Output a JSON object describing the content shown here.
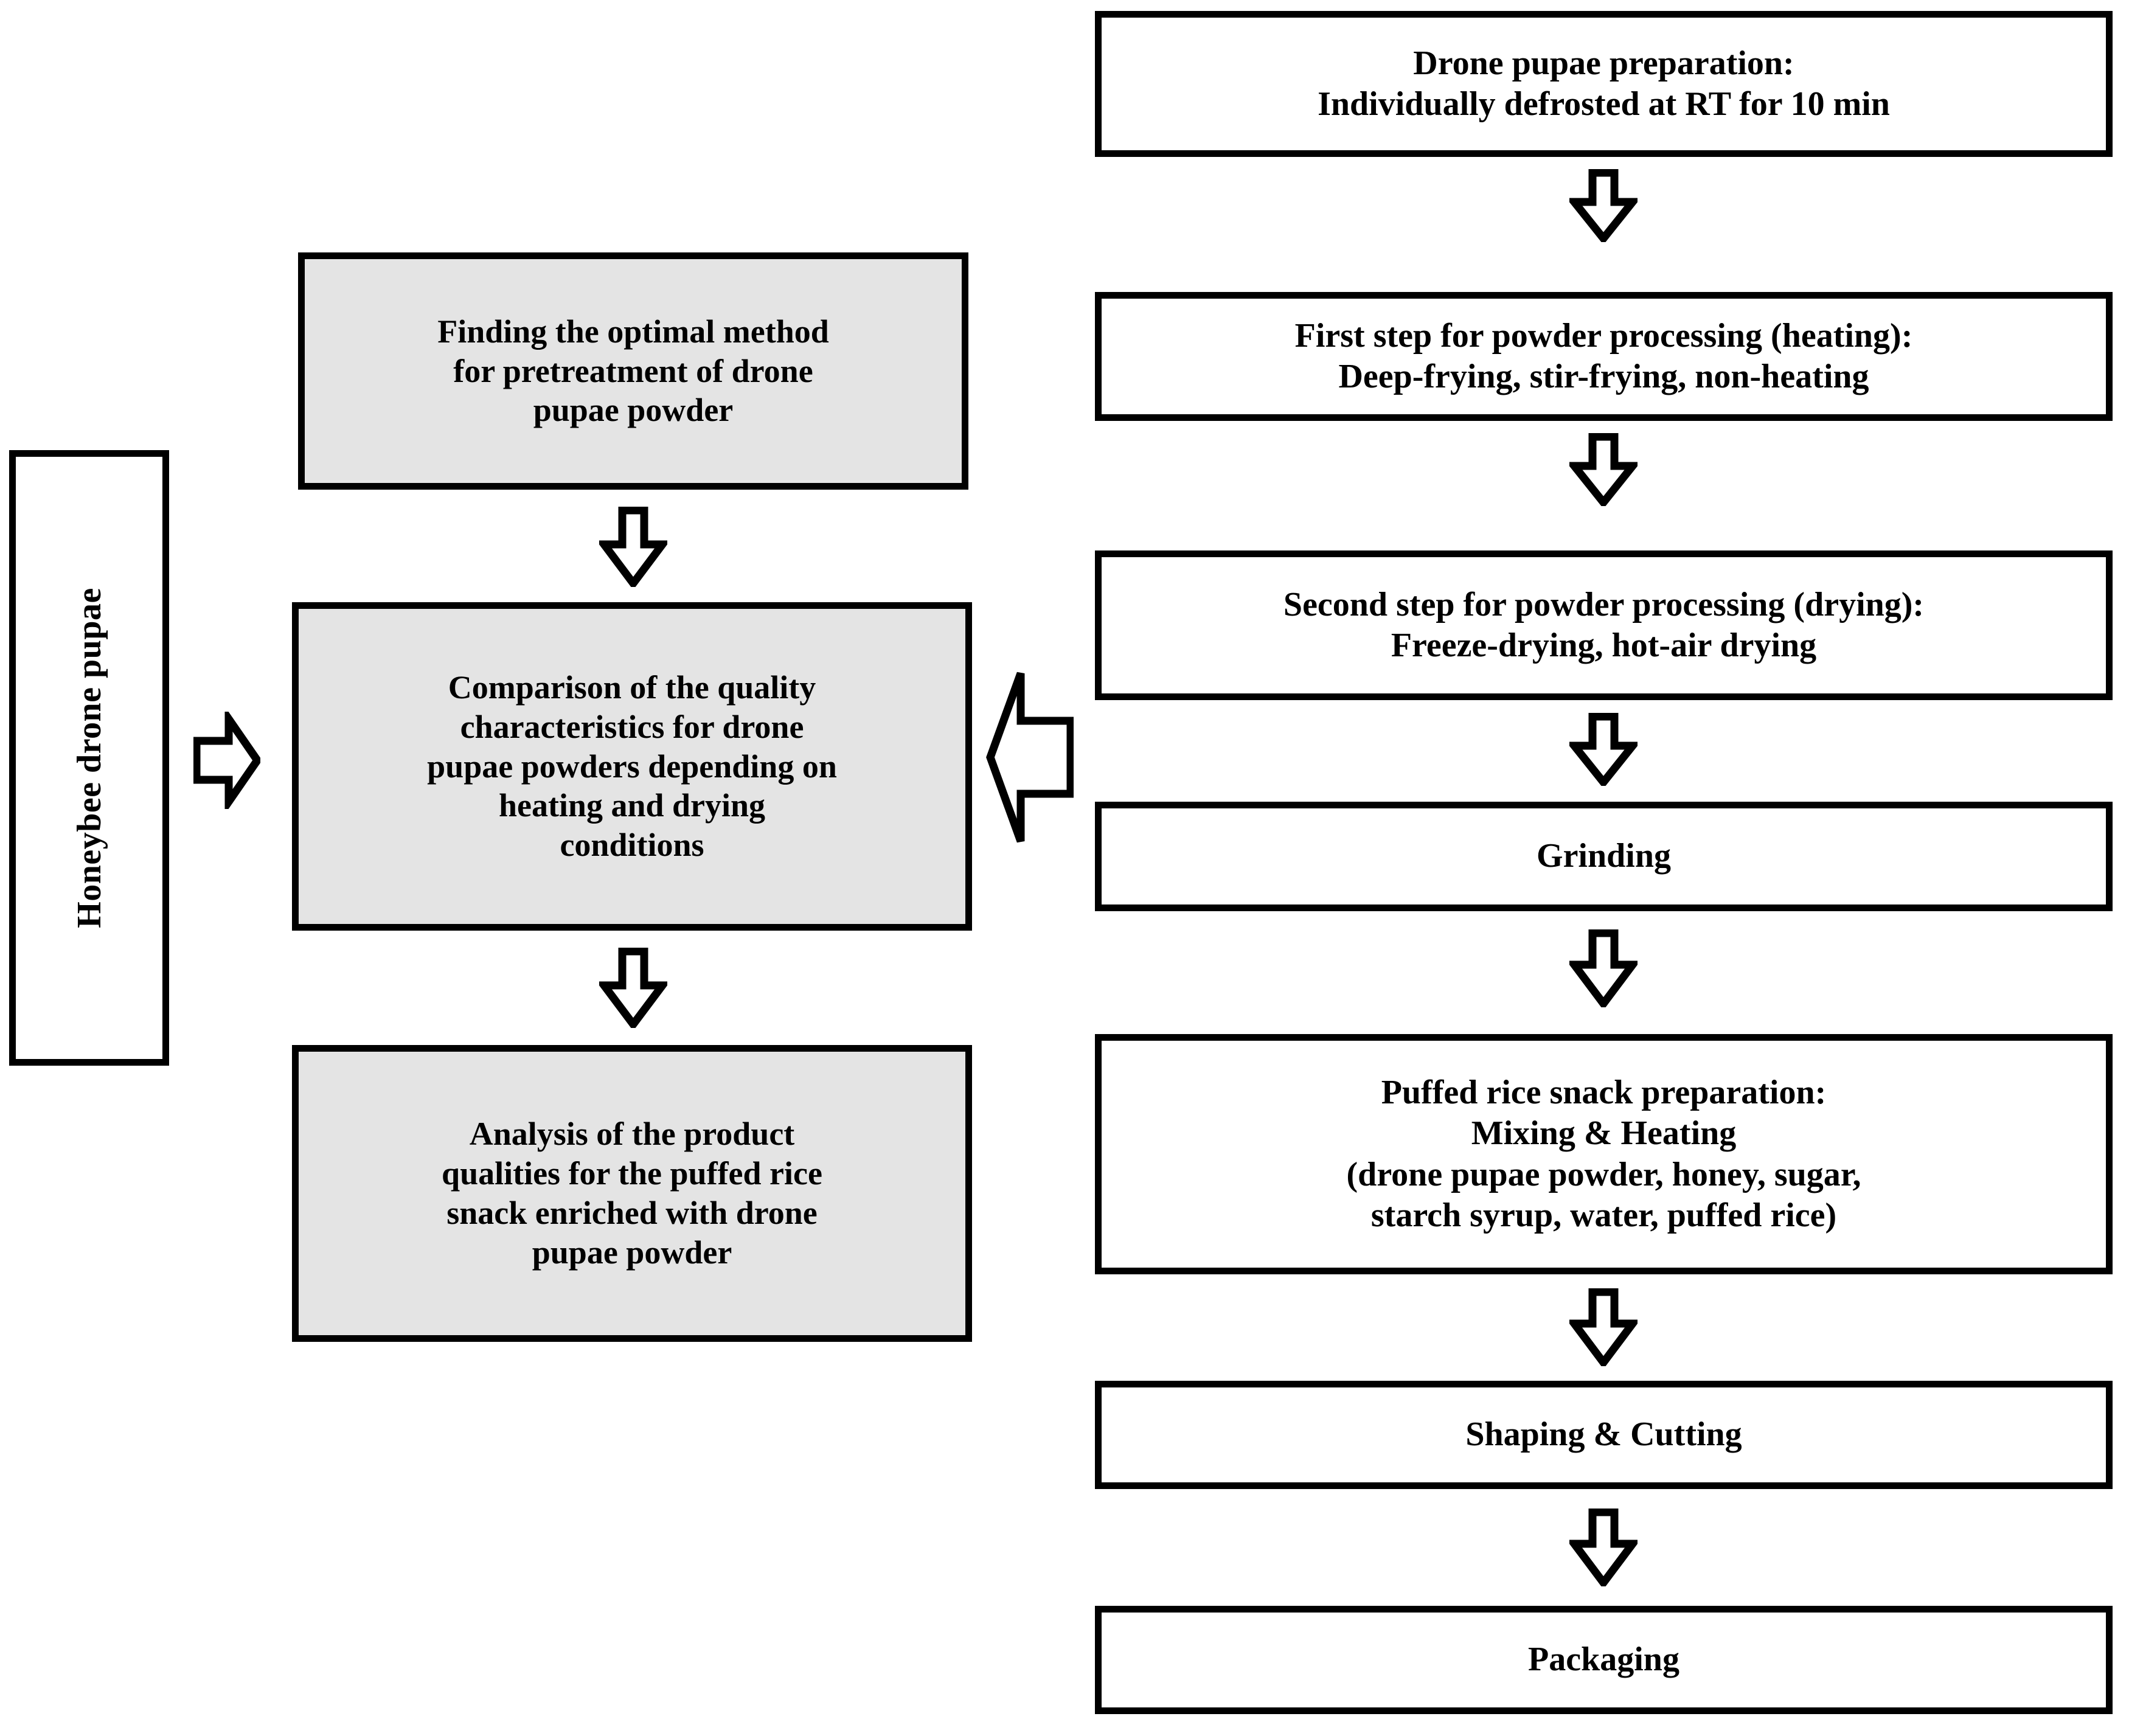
{
  "diagram": {
    "title_hidden": "",
    "colors": {
      "box_fill_white": "#ffffff",
      "box_fill_gray": "#e4e4e4",
      "box_border": "#000000",
      "text": "#000000",
      "background": "#ffffff"
    },
    "source_node": {
      "label": "Honeybee drone pupae",
      "orientation": "vertical-rotated-90-ccw"
    },
    "objectives_column": {
      "heading_hidden": "",
      "nodes": [
        {
          "id": "objective-1",
          "label": "Finding the optimal method\nfor pretreatment of drone\npupae powder",
          "fill": "gray"
        },
        {
          "id": "objective-2",
          "label": "Comparison of the quality\ncharacteristics  for drone\npupae powders  depending on\nheating and  drying\nconditions",
          "fill": "gray"
        },
        {
          "id": "objective-3",
          "label": "Analysis of the product\nqualities for the puffed rice\nsnack enriched with drone\npupae powder",
          "fill": "gray"
        }
      ]
    },
    "process_column": {
      "heading_hidden": "",
      "nodes": [
        {
          "id": "process-1",
          "label": "Drone pupae   preparation:\nIndividually defrosted at RT for 10 min",
          "fill": "white"
        },
        {
          "id": "process-2",
          "label": "First step for powder processing (heating):\nDeep-frying, stir-frying, non-heating",
          "fill": "white"
        },
        {
          "id": "process-3",
          "label": "Second step for powder processing (drying):\nFreeze-drying, hot-air drying",
          "fill": "white"
        },
        {
          "id": "process-4",
          "label": "Grinding",
          "fill": "white"
        },
        {
          "id": "process-5",
          "label": "Puffed rice snack preparation:\nMixing & Heating\n(drone pupae powder, honey, sugar,\nstarch  syrup, water, puffed rice)",
          "fill": "white"
        },
        {
          "id": "process-6",
          "label": "Shaping & Cutting",
          "fill": "white"
        },
        {
          "id": "process-7",
          "label": "Packaging",
          "fill": "white"
        }
      ]
    },
    "connectors": [
      {
        "id": "connector-source-to-objective-2",
        "direction": "right"
      },
      {
        "id": "connector-objective-1-to-2",
        "direction": "down"
      },
      {
        "id": "connector-objective-2-to-3",
        "direction": "down"
      },
      {
        "id": "connector-process-1-to-2",
        "direction": "down"
      },
      {
        "id": "connector-process-2-to-3",
        "direction": "down"
      },
      {
        "id": "connector-process-3-to-4",
        "direction": "down"
      },
      {
        "id": "connector-process-4-to-5",
        "direction": "down"
      },
      {
        "id": "connector-process-5-to-6",
        "direction": "down"
      },
      {
        "id": "connector-process-6-to-7",
        "direction": "down"
      },
      {
        "id": "connector-process-to-objective-2",
        "direction": "left"
      }
    ]
  }
}
